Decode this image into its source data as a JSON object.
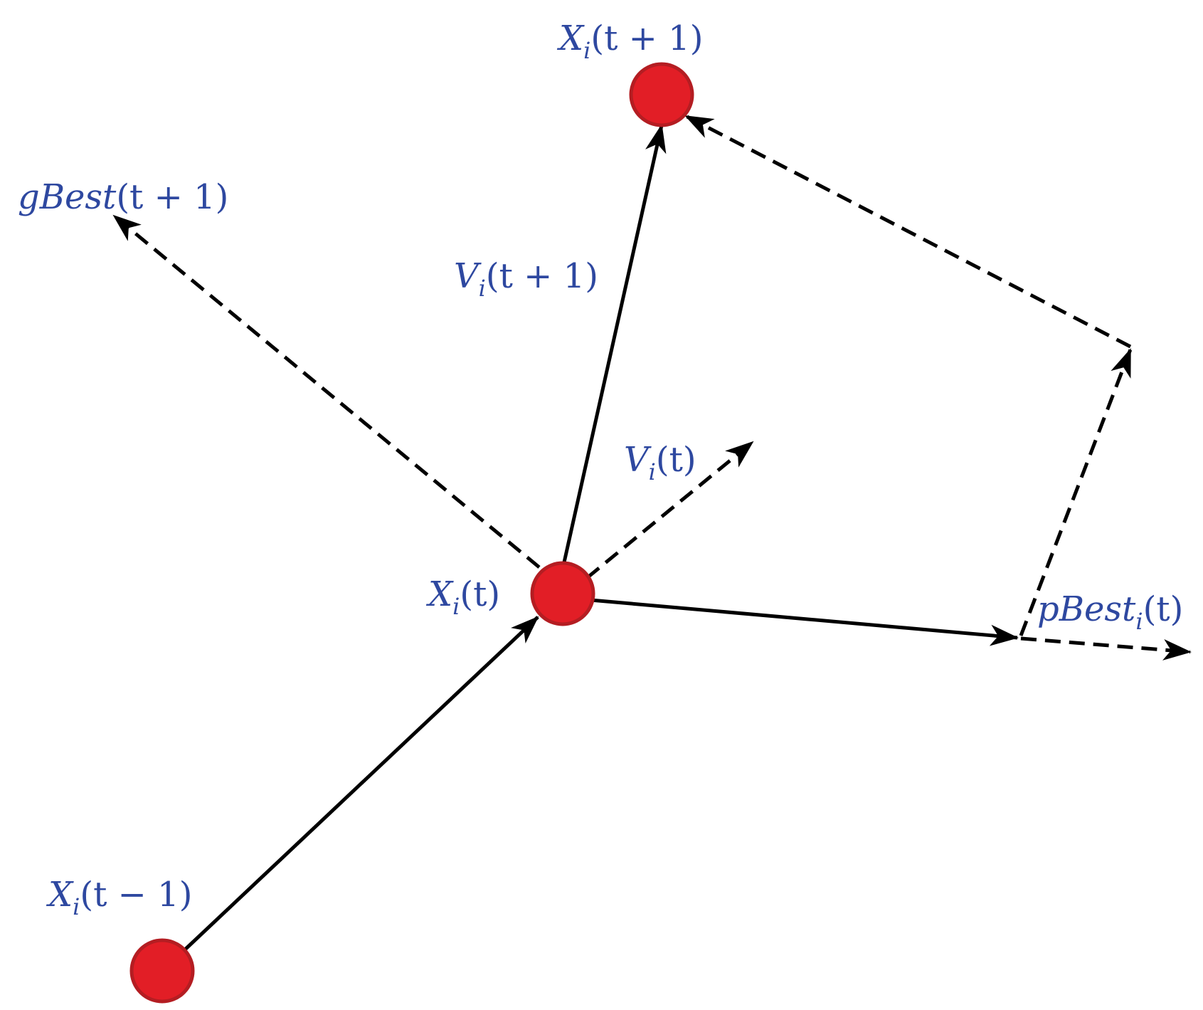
{
  "colors": {
    "label": "#2e48a0",
    "node_fill": "#e21e26",
    "node_stroke": "#b41d22",
    "line": "#000000",
    "background": "#ffffff"
  },
  "labels": {
    "x_next": {
      "base": "X",
      "sub": "i",
      "arg": "(t + 1)"
    },
    "g_best": {
      "base": "gBest",
      "sub": "",
      "arg": "(t + 1)"
    },
    "v_next": {
      "base": "V",
      "sub": "i",
      "arg": "(t + 1)"
    },
    "v_curr": {
      "base": "V",
      "sub": "i",
      "arg": "(t)"
    },
    "x_curr": {
      "base": "X",
      "sub": "i",
      "arg": "(t)"
    },
    "p_best": {
      "base": "pBest",
      "sub": "i",
      "arg": "(t)"
    },
    "x_prev": {
      "base": "X",
      "sub": "i",
      "arg": "(t − 1)"
    }
  }
}
